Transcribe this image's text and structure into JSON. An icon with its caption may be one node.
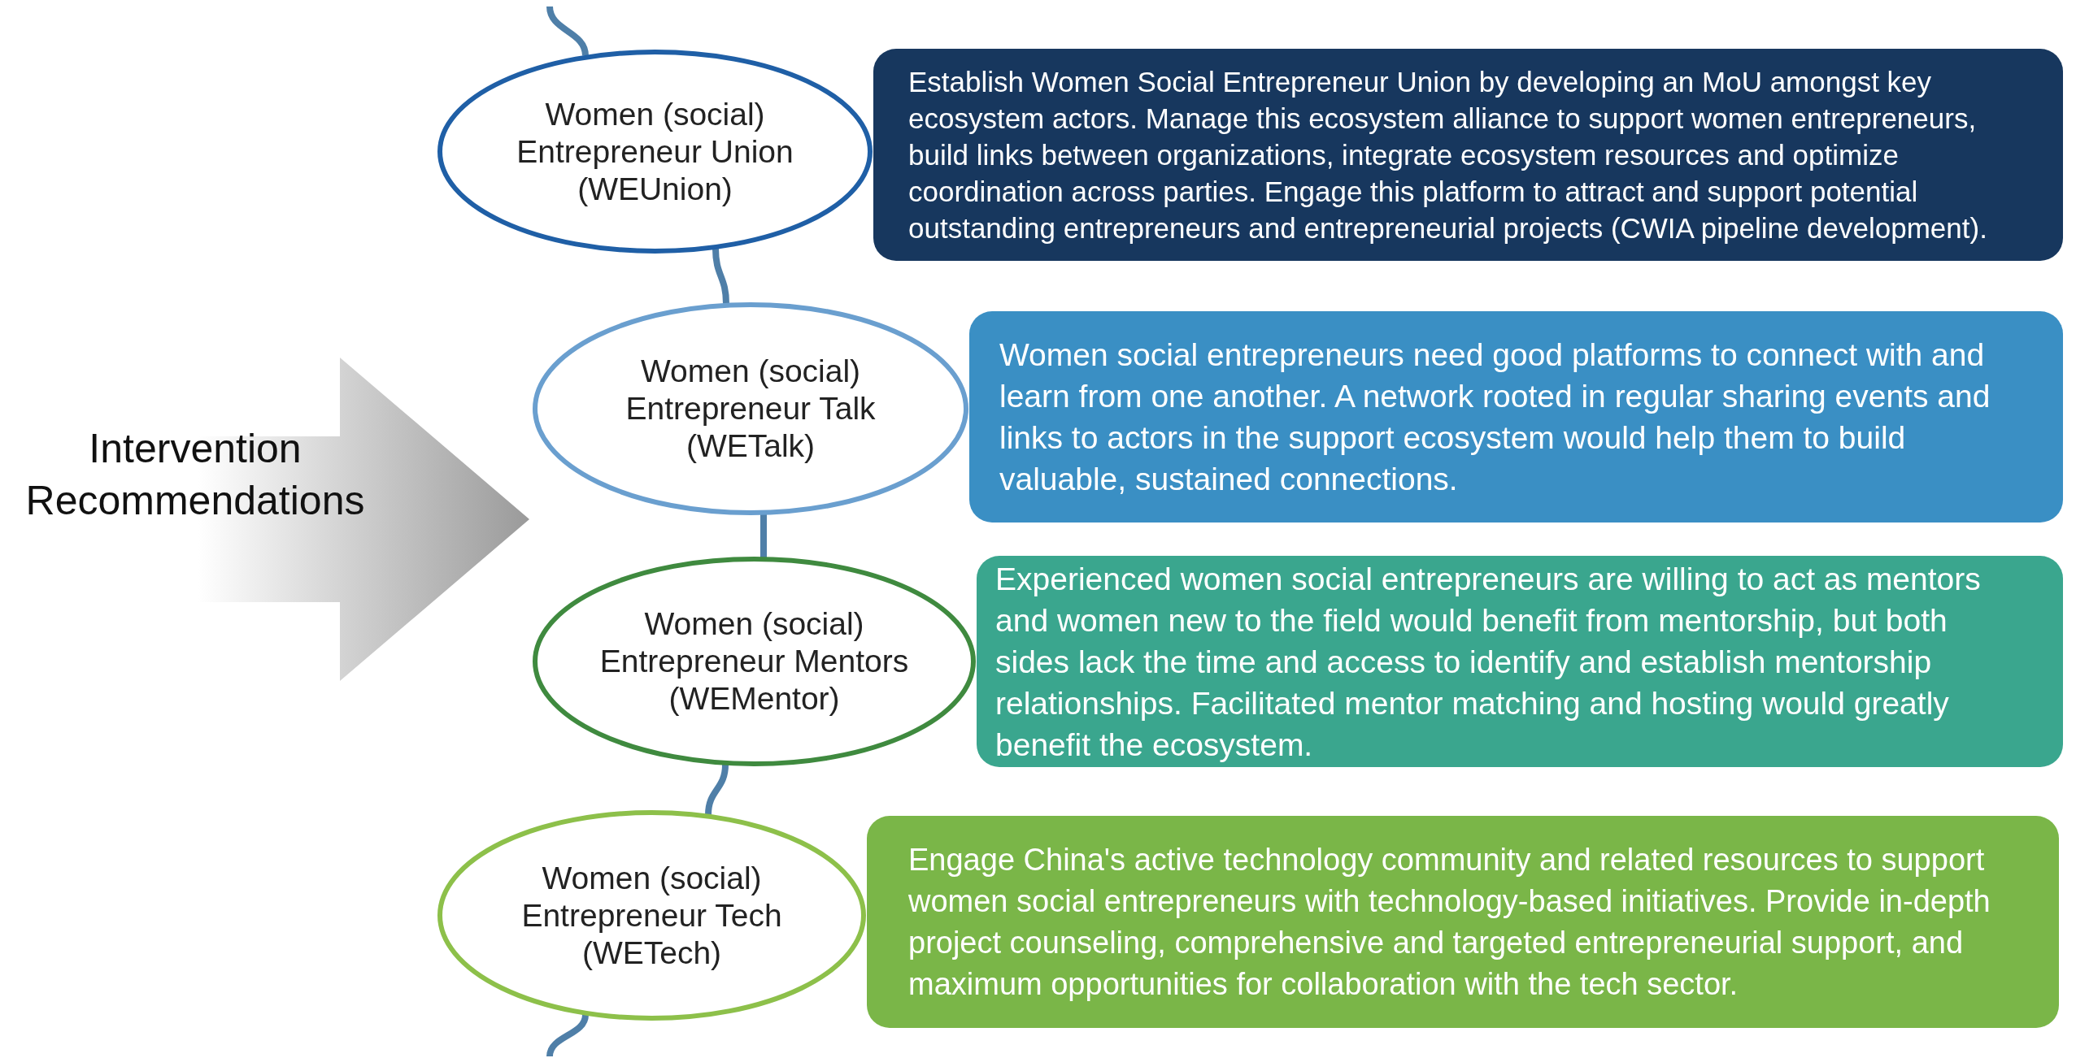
{
  "diagram": {
    "nodes": [
      {
        "text": [
          "Intervention Recommendations"
        ]
      },
      {
        "text": [
          "Women (social) Entrepreneur Union (WEUnion)"
        ]
      },
      {
        "text": [
          "Establish Women Social Entrepreneur Union by developing an MoU amongst key ecosystem actors. Manage this ecosystem alliance to support women entrepreneurs, build links between organizations, integrate ecosystem resources and optimize coordination across parties. Engage this platform to attract and support potential outstanding entrepreneurs and entrepreneurial projects (CWIA pipeline development)."
        ]
      },
      {
        "text": [
          "Women (social) Entrepreneur Talk (WETalk)"
        ]
      },
      {
        "text": [
          "Women social entrepreneurs need good platforms to connect with and learn from one another. A network rooted in regular sharing events and links to actors in the support ecosystem would help them to build valuable, sustained connections."
        ]
      },
      {
        "text": [
          "Women (social) Entrepreneur Mentors (WEMentor)"
        ]
      },
      {
        "text": [
          "Experienced women social entrepreneurs are willing to act as mentors and women new to the field would benefit from mentorship, but both sides lack the time and access to identify and establish mentorship relationships. Facilitated mentor matching and hosting would greatly benefit the ecosystem."
        ]
      },
      {
        "text": [
          "Women (social) Entrepreneur Tech (WETech)"
        ]
      },
      {
        "text": [
          "Engage China's active technology community and related resources to support women social entrepreneurs with technology-based initiatives. Provide in-depth project counseling, comprehensive and targeted entrepreneurial support, and maximum opportunities for collaboration with the tech sector."
        ]
      }
    ],
    "edges": [
      {
        "from": null,
        "to": 1,
        "arrow": "none"
      },
      {
        "from": 1,
        "to": 3,
        "arrow": "none"
      },
      {
        "from": 3,
        "to": 5,
        "arrow": "none"
      },
      {
        "from": 5,
        "to": 7,
        "arrow": "none"
      },
      {
        "from": 7,
        "to": null,
        "arrow": "none"
      }
    ]
  }
}
